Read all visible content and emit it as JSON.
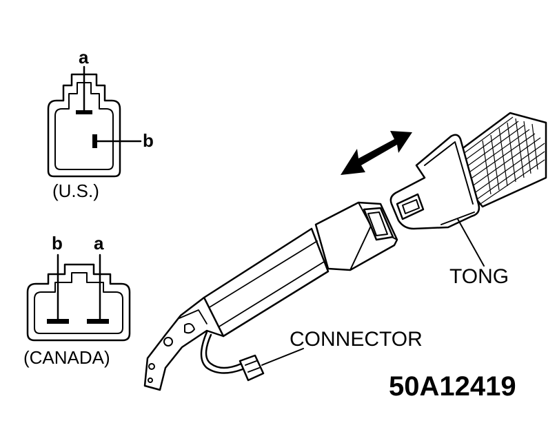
{
  "labels": {
    "us_pin_a": "a",
    "us_pin_b": "b",
    "us_caption": "(U.S.)",
    "canada_pin_b": "b",
    "canada_pin_a": "a",
    "canada_caption": "(CANADA)",
    "tong": "TONG",
    "connector": "CONNECTOR",
    "figure_code": "50A12419"
  },
  "icons": {
    "motion_arrow": "double-headed-arrow-icon"
  }
}
